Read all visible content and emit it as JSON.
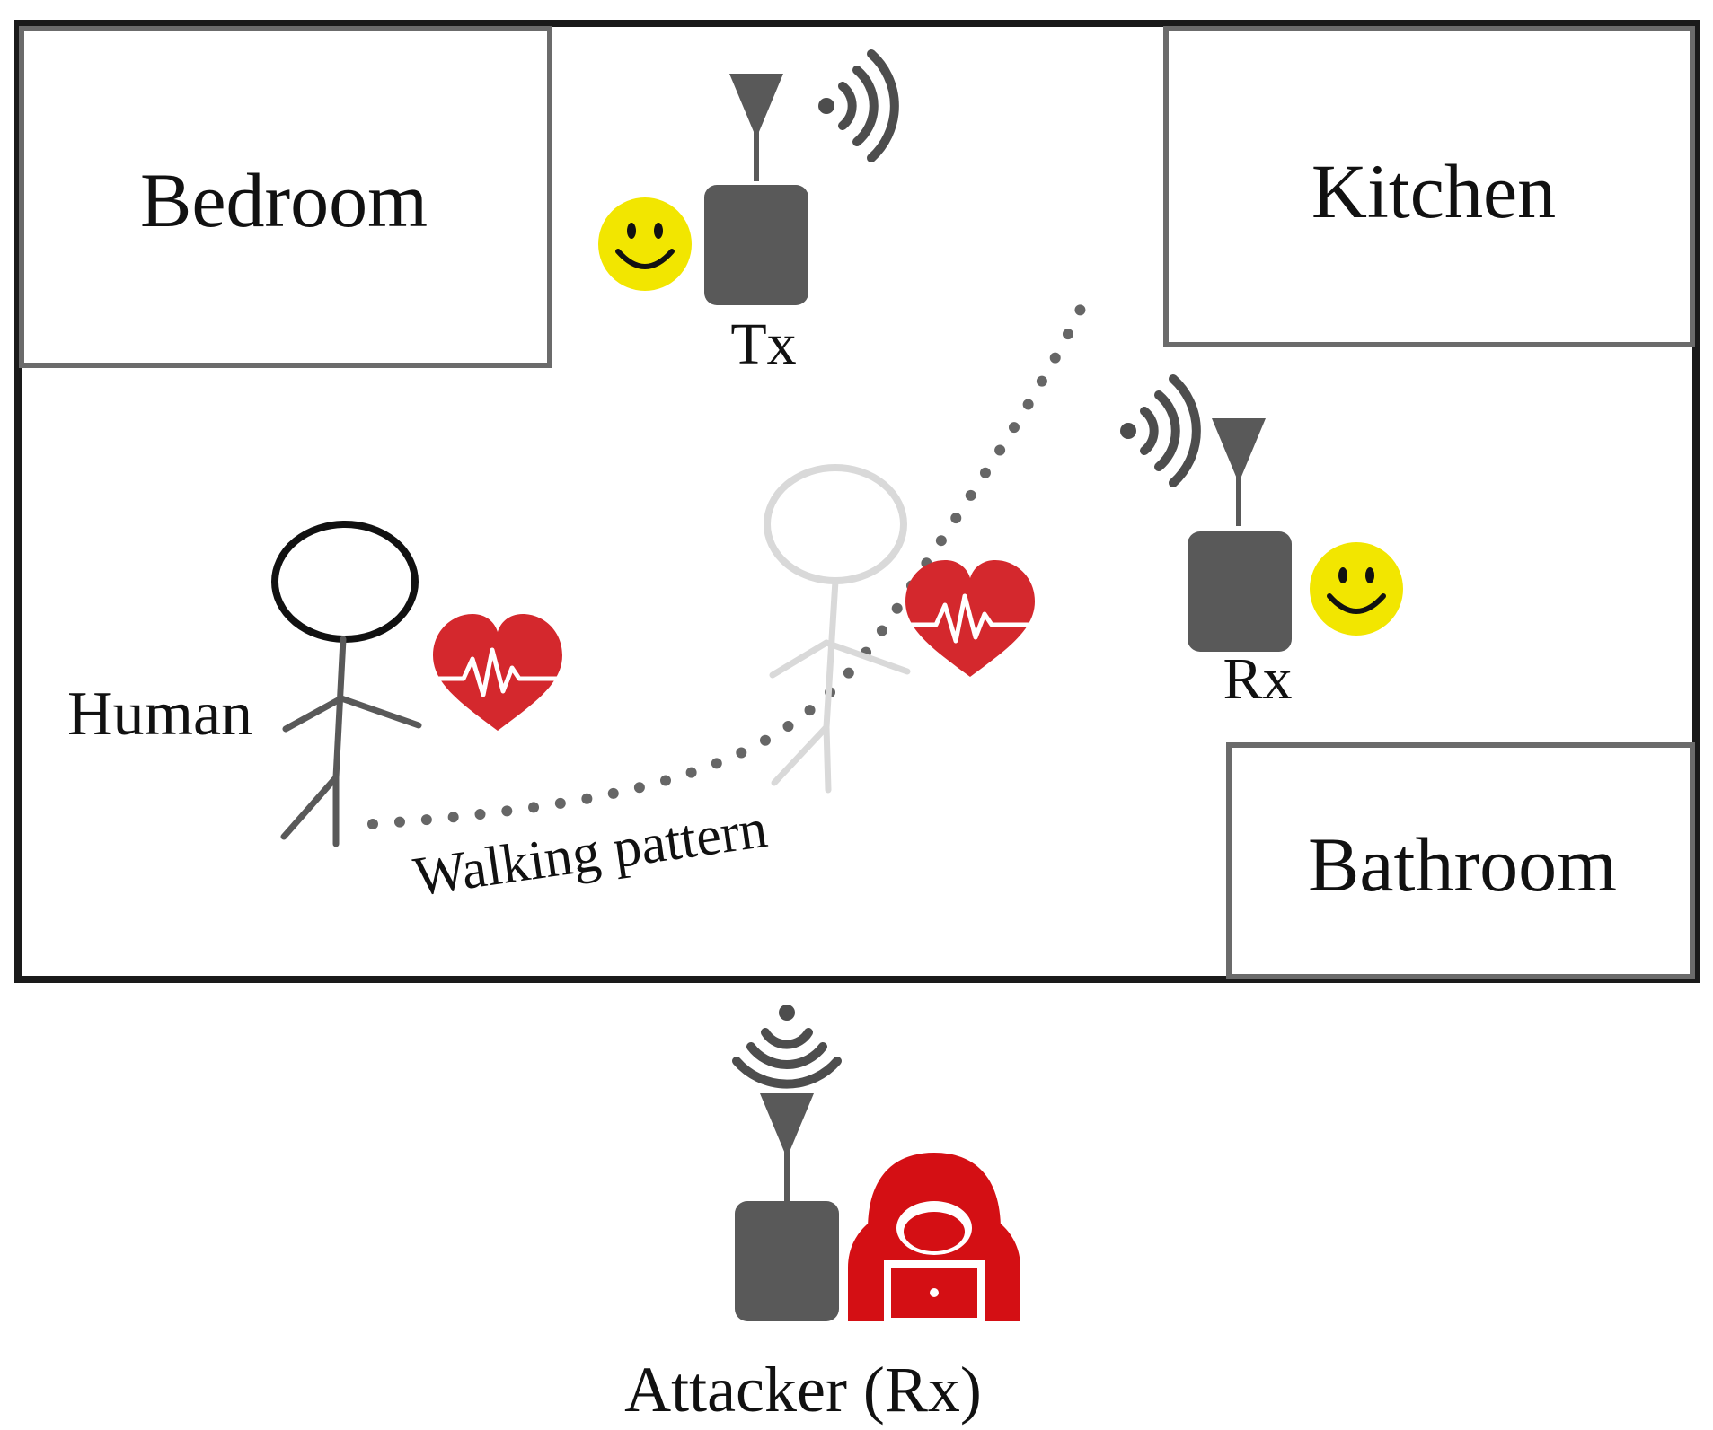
{
  "rooms": {
    "bedroom": "Bedroom",
    "kitchen": "Kitchen",
    "bathroom": "Bathroom"
  },
  "devices": {
    "tx": "Tx",
    "rx": "Rx",
    "attacker": "Attacker (Rx)"
  },
  "person": {
    "label": "Human",
    "path_label": "Walking pattern"
  },
  "icons": {
    "antenna": "antenna-icon",
    "wifi": "wifi-signal-icon",
    "smiley": "smiley-icon",
    "heart": "heartbeat-icon",
    "hacker": "hacker-icon"
  },
  "colors": {
    "wall": "#1a1a1a",
    "room_border": "#6b6b6b",
    "device": "#595959",
    "smiley": "#f2e600",
    "heart": "#d4282d",
    "attacker": "#d40f14",
    "ghost": "#d9d9d9",
    "path": "#666666"
  }
}
